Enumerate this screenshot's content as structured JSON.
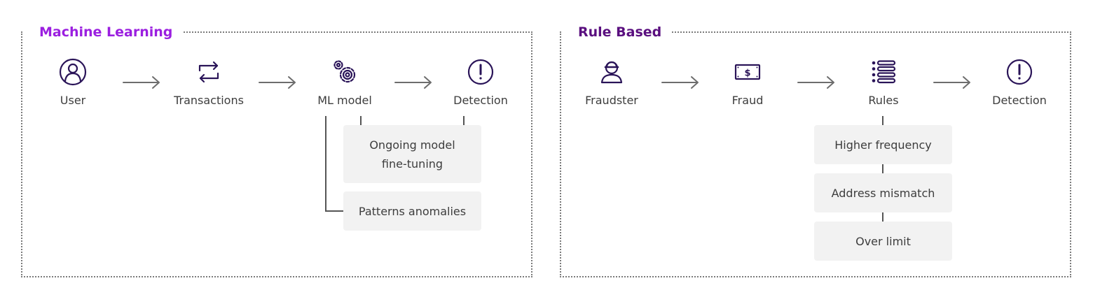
{
  "colors": {
    "ml_title": "#9b1fe0",
    "rule_title": "#5a0f7f",
    "icon_stroke": "#2a1458",
    "arrow": "#6d6d6d",
    "box_bg": "#f2f2f2"
  },
  "ml_panel": {
    "title": "Machine Learning",
    "nodes": [
      {
        "icon": "user-icon",
        "label": "User"
      },
      {
        "icon": "transactions-icon",
        "label": "Transactions"
      },
      {
        "icon": "gears-icon",
        "label": "ML model"
      },
      {
        "icon": "alert-icon",
        "label": "Detection"
      }
    ],
    "boxes": {
      "finetune": "Ongoing model\nfine-tuning",
      "patterns": "Patterns anomalies"
    }
  },
  "rule_panel": {
    "title": "Rule Based",
    "nodes": [
      {
        "icon": "fraudster-icon",
        "label": "Fraudster"
      },
      {
        "icon": "money-icon",
        "label": "Fraud"
      },
      {
        "icon": "list-icon",
        "label": "Rules"
      },
      {
        "icon": "alert-icon",
        "label": "Detection"
      }
    ],
    "boxes": {
      "frequency": "Higher frequency",
      "address": "Address mismatch",
      "limit": "Over limit"
    }
  }
}
